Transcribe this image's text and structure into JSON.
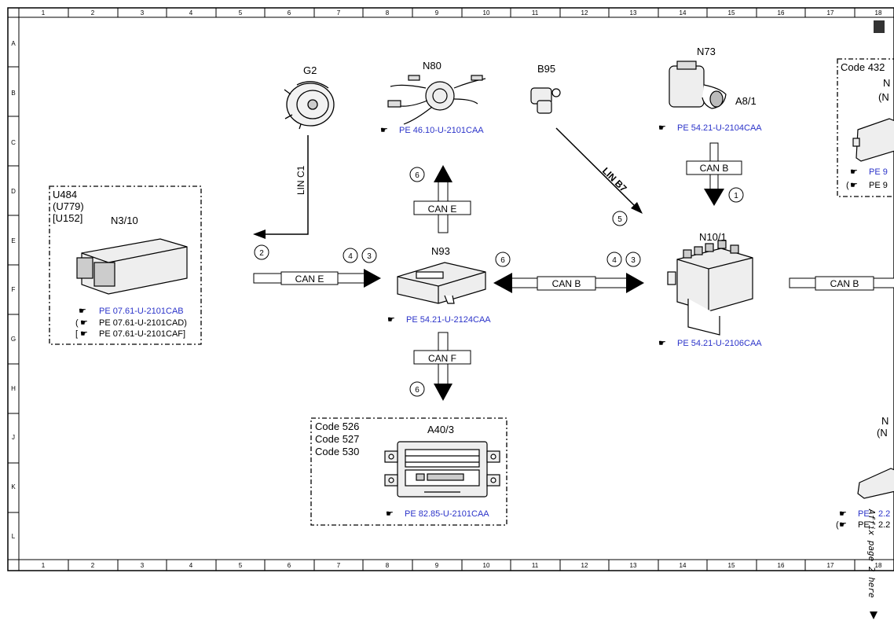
{
  "grid": {
    "columns": [
      "1",
      "2",
      "3",
      "4",
      "5",
      "6",
      "7",
      "8",
      "9",
      "10",
      "11",
      "12",
      "13",
      "14",
      "15",
      "16",
      "17",
      "18"
    ],
    "rows": [
      "A",
      "B",
      "C",
      "D",
      "E",
      "F",
      "G",
      "H",
      "J",
      "K",
      "L"
    ]
  },
  "components": {
    "g2": {
      "label": "G2"
    },
    "n80": {
      "label": "N80",
      "ref": "PE 46.10-U-2101CAA"
    },
    "b95": {
      "label": "B95"
    },
    "n73": {
      "label": "N73",
      "sub": "A8/1",
      "ref": "PE 54.21-U-2104CAA"
    },
    "n3_10": {
      "codes": [
        "U484",
        "(U779)",
        "[U152]"
      ],
      "label": "N3/10",
      "refs": [
        "PE 07.61-U-2101CAB",
        "(",
        "PE 07.61-U-2101CAD)",
        "[",
        "PE 07.61-U-2101CAF]"
      ]
    },
    "n93": {
      "label": "N93",
      "ref": "PE 54.21-U-2124CAA"
    },
    "n10_1": {
      "label": "N10/1",
      "ref": "PE 54.21-U-2106CAA"
    },
    "a40_3": {
      "codes": [
        "Code 526",
        "Code 527",
        "Code 530"
      ],
      "label": "A40/3",
      "ref": "PE 82.85-U-2101CAA"
    },
    "code432": {
      "codes": [
        "Code 432"
      ],
      "partial": [
        "N",
        "(N",
        "PE 9",
        "(",
        "PE 9"
      ]
    },
    "right_lower": {
      "partial": [
        "N",
        "(N",
        "PE",
        "2.2",
        "(",
        "PE",
        "2.2"
      ]
    }
  },
  "buses": {
    "lin_c1": "LIN C1",
    "lin_b7": "LIN B7",
    "can_e_left": "CAN E",
    "can_e_up": "CAN E",
    "can_f_down": "CAN F",
    "can_b_n93": "CAN B",
    "can_b_n73": "CAN B",
    "can_b_right": "CAN B"
  },
  "markers": {
    "m1": "1",
    "m2": "2",
    "m3a": "3",
    "m4a": "4",
    "m5": "5",
    "m6_up": "6",
    "m6_left": "6",
    "m4b": "4",
    "m3b": "3",
    "m6_down": "6"
  },
  "margin_note": "Affix page 2 here"
}
